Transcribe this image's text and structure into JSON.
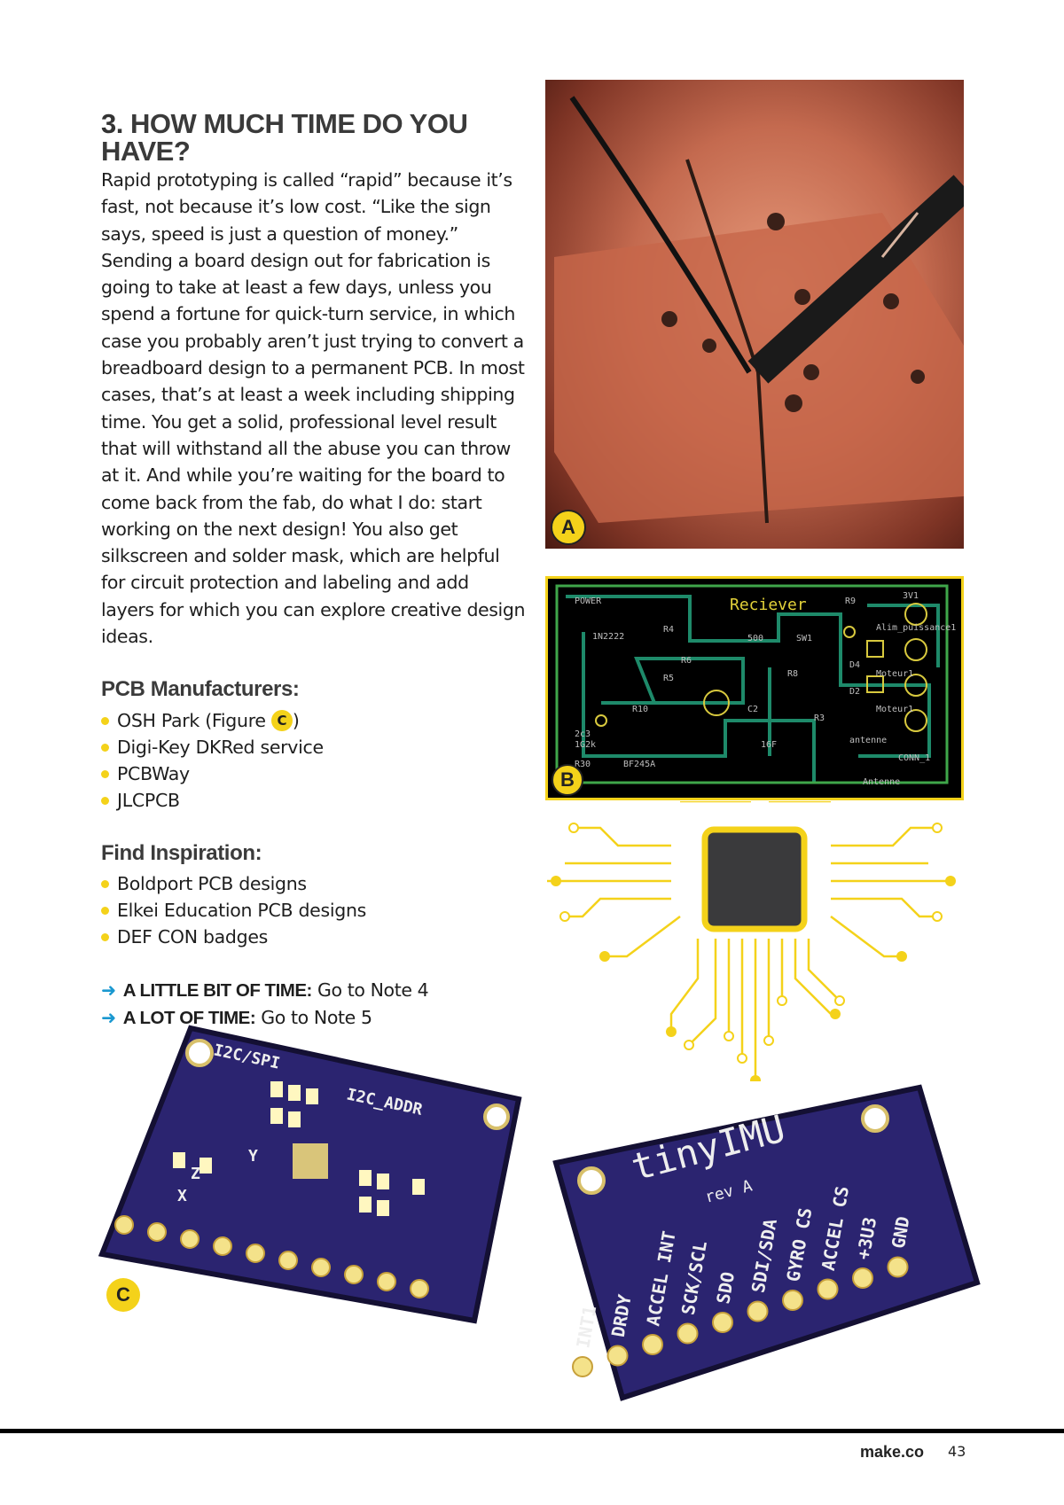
{
  "heading": {
    "number": "3.",
    "title": "HOW MUCH TIME DO YOU HAVE?"
  },
  "body": "Rapid prototyping is called “rapid” because it’s fast, not because it’s low cost. “Like the sign says, speed is just a question of money.” Sending a board design out for fabrication is going to take at least a few days, unless you spend a fortune for quick-turn service, in which case you probably aren’t just trying to convert a breadboard design to a permanent PCB. In most cases, that’s at least a week including shipping time. You get a solid, professional level result that will withstand all the abuse you can throw at it. And while you’re waiting for the board to come back from the fab, do what I do: start working on the next design! You also get silkscreen and solder mask, which are helpful for circuit protection and labeling and add layers for which you can explore creative design ideas.",
  "manufacturers": {
    "title": "PCB Manufacturers:",
    "items": [
      "OSH Park (Figure ",
      "Digi-Key DKRed service",
      "PCBWay",
      "JLCPCB"
    ],
    "figure_ref": "C",
    "close": ")"
  },
  "inspiration": {
    "title": "Find Inspiration:",
    "items": [
      "Boldport PCB designs",
      "Elkei Education PCB designs",
      "DEF CON badges"
    ]
  },
  "next": [
    {
      "bold": "A LITTLE BIT OF TIME:",
      "text": " Go to Note 4"
    },
    {
      "bold": "A LOT OF TIME:",
      "text": " Go to Note 5"
    }
  ],
  "figures": {
    "a": "A",
    "b": "B",
    "c": "C"
  },
  "board_b": {
    "title": "Reciever",
    "labels": [
      "POWER",
      "1N2222",
      "R4",
      "R6",
      "500",
      "SW1",
      "R9",
      "3V1",
      "Alim_puissance1",
      "R5",
      "R10",
      "C2",
      "D4",
      "D2",
      "Moteur1",
      "R8",
      "R3",
      "Moteur1",
      "1G2k",
      "R30",
      "antenne",
      "CONN_1",
      "Antenne",
      "2c3",
      "BF245A",
      "16F"
    ]
  },
  "board_c": {
    "labels": [
      "I2C/SPI",
      "I2C_ADDR",
      "X",
      "Y",
      "Z"
    ]
  },
  "board_imu": {
    "title": "tinyIMU",
    "rev": "rev A",
    "pins": [
      "INT1",
      "DRDY",
      "ACCEL INT",
      "SCK/SCL",
      "SDO",
      "SDI/SDA",
      "GYRO CS",
      "ACCEL CS",
      "+3U3",
      "GND"
    ]
  },
  "footer": {
    "site": "make.co",
    "page": "43"
  },
  "colors": {
    "accent": "#f4d21a",
    "arrow": "#1a98d0",
    "pcb_purple": "#2b2470"
  }
}
